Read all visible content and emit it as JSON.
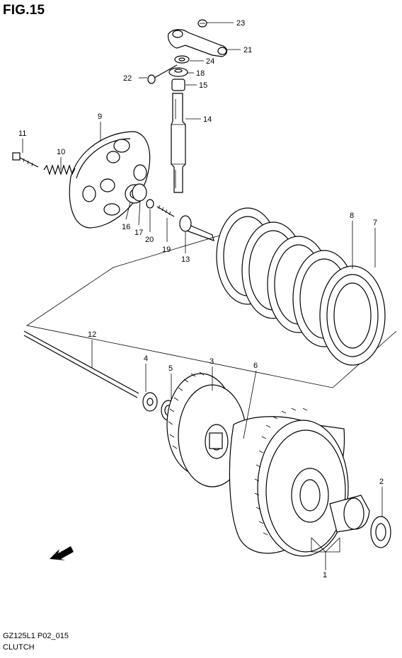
{
  "figure_label": "FIG.15",
  "drawing_code": "GZ125L1 P02_015",
  "section_name": "CLUTCH",
  "fwd_label": "FWD",
  "callouts": {
    "c1": "1",
    "c2": "2",
    "c3": "3",
    "c4": "4",
    "c5": "5",
    "c6": "6",
    "c7": "7",
    "c8": "8",
    "c9": "9",
    "c10": "10",
    "c11": "11",
    "c12": "12",
    "c13": "13",
    "c14": "14",
    "c15": "15",
    "c16": "16",
    "c17": "17",
    "c18": "18",
    "c19": "19",
    "c20": "20",
    "c21": "21",
    "c22": "22",
    "c23": "23",
    "c24": "24"
  }
}
